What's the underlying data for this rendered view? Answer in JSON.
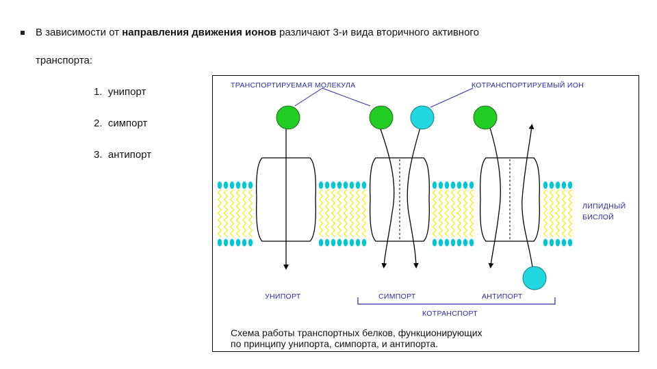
{
  "intro": {
    "part1": "В зависимости от ",
    "bold": "направления движения ионов",
    "part2": " различают 3-и вида вторичного активного",
    "line2": "транспорта:"
  },
  "list": [
    {
      "number": "1.",
      "text": "унипорт"
    },
    {
      "number": "2.",
      "text": "симпорт"
    },
    {
      "number": "3.",
      "text": "антипорт"
    }
  ],
  "figure": {
    "label_transported": "ТРАНСПОРТИРУЕМАЯ МОЛЕКУЛА",
    "label_cotransported": "КОТРАНСПОРТИРУЕМЫЙ ИОН",
    "label_lipid_1": "ЛИПИДНЫЙ",
    "label_lipid_2": "БИСЛОЙ",
    "label_uniport": "УНИПОРТ",
    "label_symport": "СИМПОРТ",
    "label_antiport": "АНТИПОРТ",
    "label_cotransport": "КОТРАНСПОРТ",
    "caption_1": "Схема работы транспортных белков, функционирующих",
    "caption_2": "по принципу унипорта, симпорта, и антипорта.",
    "colors": {
      "molecule": "#22cc22",
      "ion": "#22d8e0",
      "lipid_head": "#00c8d0",
      "lipid_tail": "#f0f000",
      "label": "#2a2aa8"
    }
  }
}
